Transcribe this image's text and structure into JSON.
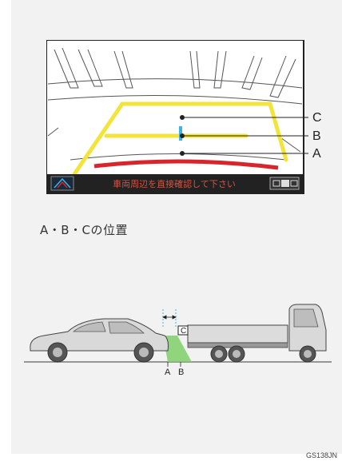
{
  "camera_screen": {
    "warning_text": "車両周辺を直接確認して下さい",
    "callouts": [
      "C",
      "B",
      "A"
    ]
  },
  "caption": "A・B・Cの位置",
  "illustration": {
    "box_label": "C",
    "ground_labels": [
      "A",
      "B"
    ]
  },
  "footer_code": "GS138JN",
  "colors": {
    "guide_yellow": "#f2e43a",
    "guide_red": "#d8252c",
    "screen_bg": "#ffffff",
    "warning_bar": "#222222",
    "warning_text": "#e0503c",
    "marker_blue": "#3db4e6",
    "zone_green": "#7fcf6a"
  }
}
